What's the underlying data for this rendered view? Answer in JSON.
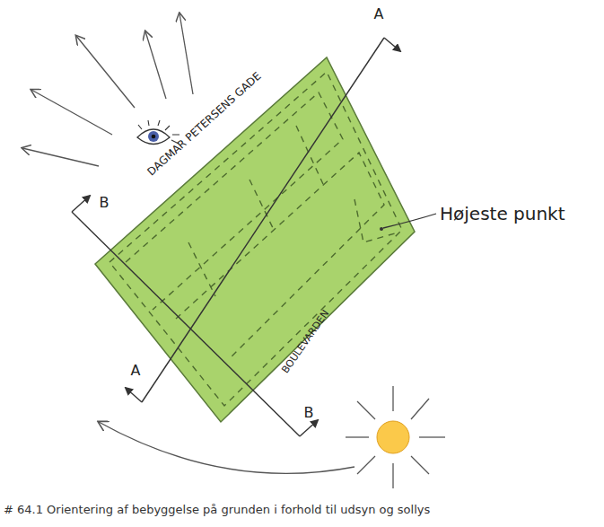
{
  "diagram": {
    "caption": "# 64.1 Orientering af bebyggelse på grunden i forhold til udsyn og sollys",
    "labels": [
      "DAGMAR PETERSENS GADE",
      "BOULEVARDEN",
      "A",
      "A",
      "B",
      "B",
      "Højeste punkt"
    ]
  }
}
